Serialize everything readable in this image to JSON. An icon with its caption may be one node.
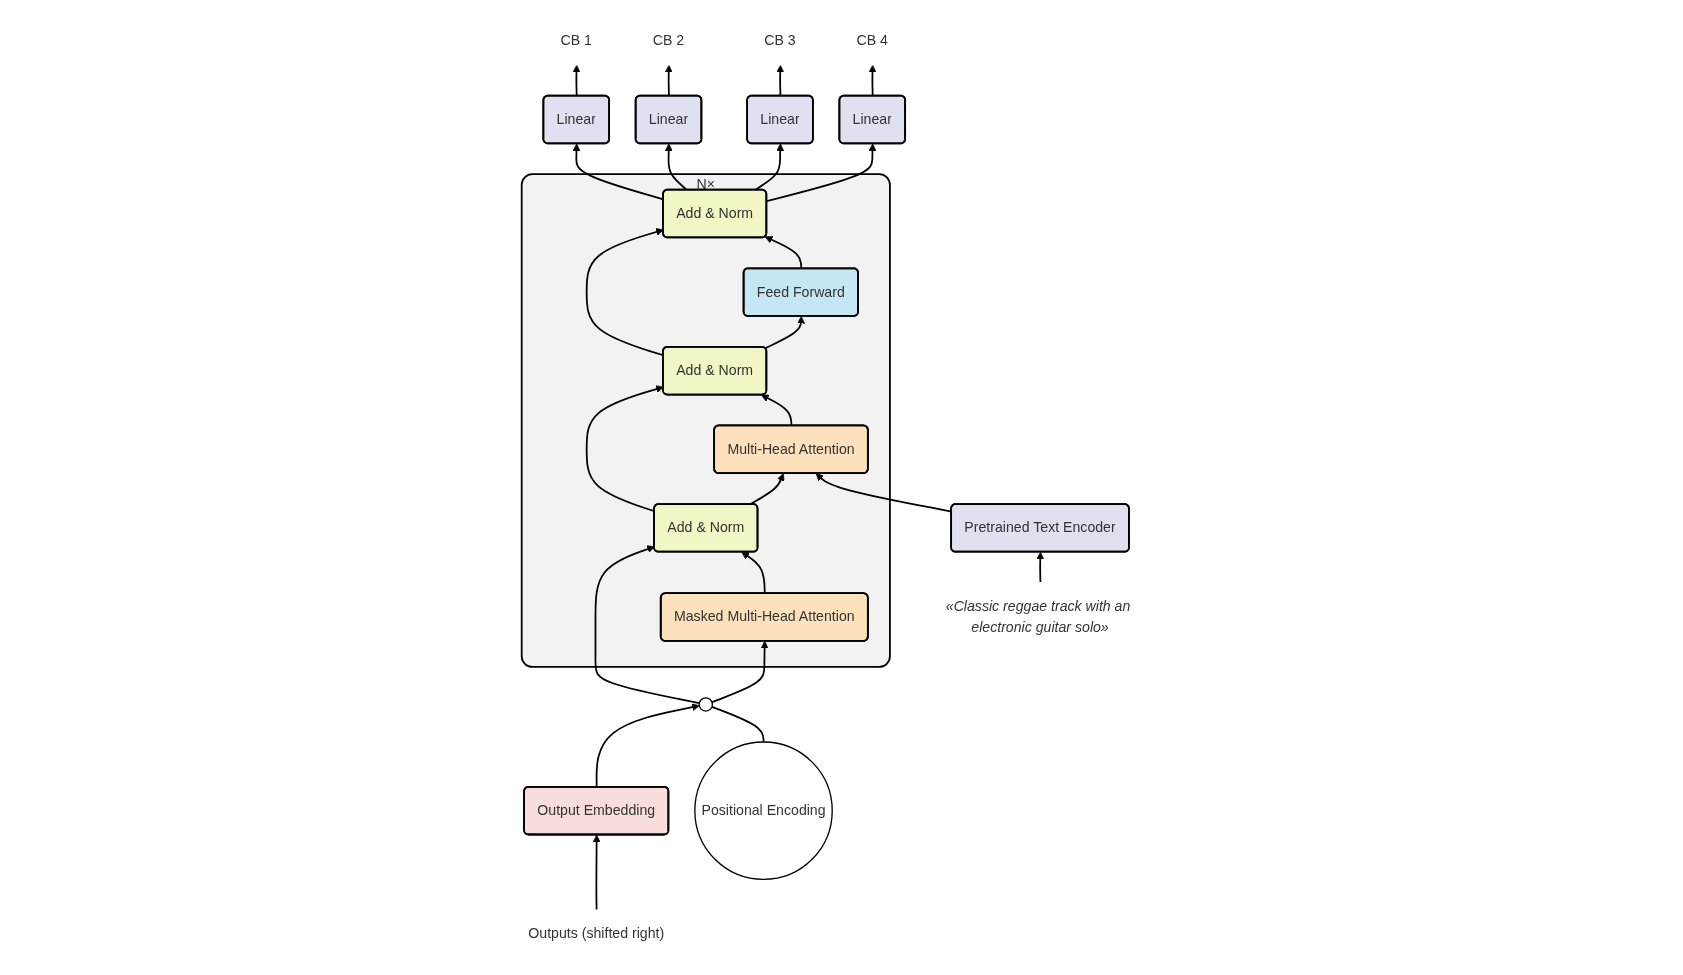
{
  "diagram": {
    "nodes": [
      {
        "text": [
          "«Classic reggae track with an electronic guitar solo»"
        ]
      },
      {
        "text": [
          "Pretrained Text Encoder"
        ]
      },
      {
        "text": [
          "N×"
        ]
      },
      {
        "text": [
          "Add & Norm"
        ],
        "in": 2
      },
      {
        "text": [
          "Feed Forward"
        ],
        "in": 2
      },
      {
        "text": [
          "Add & Norm"
        ],
        "in": 2
      },
      {
        "text": [
          "Multi-Head Attention"
        ],
        "in": 2
      },
      {
        "text": [
          "Add & Norm"
        ],
        "in": 2
      },
      {
        "text": [
          "Masked Multi-Head Attention"
        ],
        "in": 2
      },
      {
        "text": [],
        "shape": "circle"
      },
      {
        "text": [
          "Positional Encoding"
        ]
      },
      {
        "text": [
          "Output Embedding"
        ]
      },
      {
        "text": [
          "Outputs (shifted right)"
        ]
      },
      {
        "text": [
          "Linear"
        ]
      },
      {
        "text": [
          "Linear"
        ]
      },
      {
        "text": [
          "Linear"
        ]
      },
      {
        "text": [
          "Linear"
        ]
      },
      {
        "text": [
          "CB 1"
        ]
      },
      {
        "text": [
          "CB 2"
        ]
      },
      {
        "text": [
          "CB 3"
        ]
      },
      {
        "text": [
          "CB 4"
        ]
      }
    ],
    "edges": [
      {
        "from": 0,
        "to": 1,
        "arrow": "to"
      },
      {
        "from": 12,
        "to": 11,
        "arrow": "to"
      },
      {
        "from": 11,
        "to": 9,
        "arrow": "to"
      },
      {
        "from": 10,
        "to": 9,
        "arrow": "none"
      },
      {
        "from": 9,
        "to": 8,
        "arrow": "to"
      },
      {
        "from": 9,
        "to": 7,
        "arrow": "to"
      },
      {
        "from": 8,
        "to": 7,
        "arrow": "to"
      },
      {
        "from": 7,
        "to": 6,
        "arrow": "to"
      },
      {
        "from": 7,
        "to": 5,
        "arrow": "to"
      },
      {
        "from": 1,
        "to": 6,
        "arrow": "to"
      },
      {
        "from": 6,
        "to": 5,
        "arrow": "to"
      },
      {
        "from": 5,
        "to": 4,
        "arrow": "to"
      },
      {
        "from": 5,
        "to": 3,
        "arrow": "to"
      },
      {
        "from": 4,
        "to": 3,
        "arrow": "to"
      },
      {
        "from": 3,
        "to": 13,
        "arrow": "to"
      },
      {
        "from": 3,
        "to": 14,
        "arrow": "to"
      },
      {
        "from": 3,
        "to": 15,
        "arrow": "to"
      },
      {
        "from": 3,
        "to": 16,
        "arrow": "to"
      },
      {
        "from": 13,
        "to": 17,
        "arrow": "to"
      },
      {
        "from": 14,
        "to": 18,
        "arrow": "to"
      },
      {
        "from": 15,
        "to": 19,
        "arrow": "to"
      },
      {
        "from": 16,
        "to": 20,
        "arrow": "to"
      }
    ]
  }
}
